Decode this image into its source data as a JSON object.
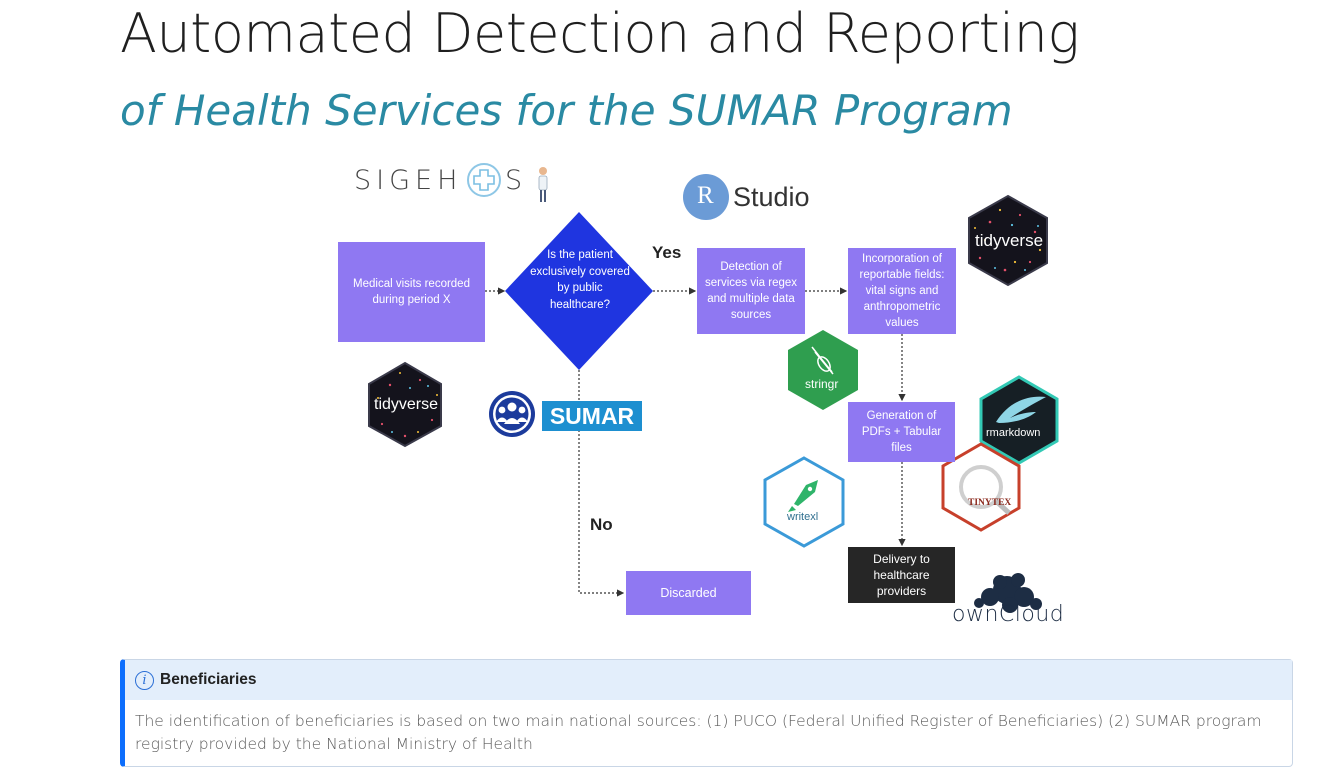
{
  "header": {
    "title": "Automated Detection and Reporting",
    "subtitle": "of Health Services for the SUMAR Program"
  },
  "diagram": {
    "nodes": {
      "medical_visits": "Medical visits recorded during period X",
      "decision": "Is the patient exclusively covered by public healthcare?",
      "detection": "Detection of services via regex and multiple data sources",
      "incorporation": "Incorporation of reportable fields: vital signs and anthropometric values",
      "generation": "Generation of PDFs + Tabular files",
      "delivery": "Delivery to healthcare providers",
      "discarded": "Discarded"
    },
    "edge_labels": {
      "yes": "Yes",
      "no": "No"
    },
    "logos": {
      "sigehos_left": "SIGEH",
      "sigehos_right": "S",
      "rstudio_r": "R",
      "rstudio_text": "Studio",
      "tidyverse_top": "tidyverse",
      "tidyverse_left": "tidyverse",
      "sumar": "SUMAR",
      "stringr": "stringr",
      "rmarkdown": "rmarkdown",
      "tinytex": "TINYTEX",
      "writexl": "writexl",
      "owncloud": "ownCloud"
    },
    "colors": {
      "process_box": "#8f78f2",
      "decision": "#1f35e0",
      "delivery_box": "#262626",
      "subtitle": "#2a8aa3"
    }
  },
  "callout": {
    "title": "Beneficiaries",
    "body": "The identification of beneficiaries is based on two main national sources: (1) PUCO (Federal Unified Register of Beneficiaries) (2) SUMAR program registry provided by the National Ministry of Health",
    "icon": "info-icon"
  }
}
